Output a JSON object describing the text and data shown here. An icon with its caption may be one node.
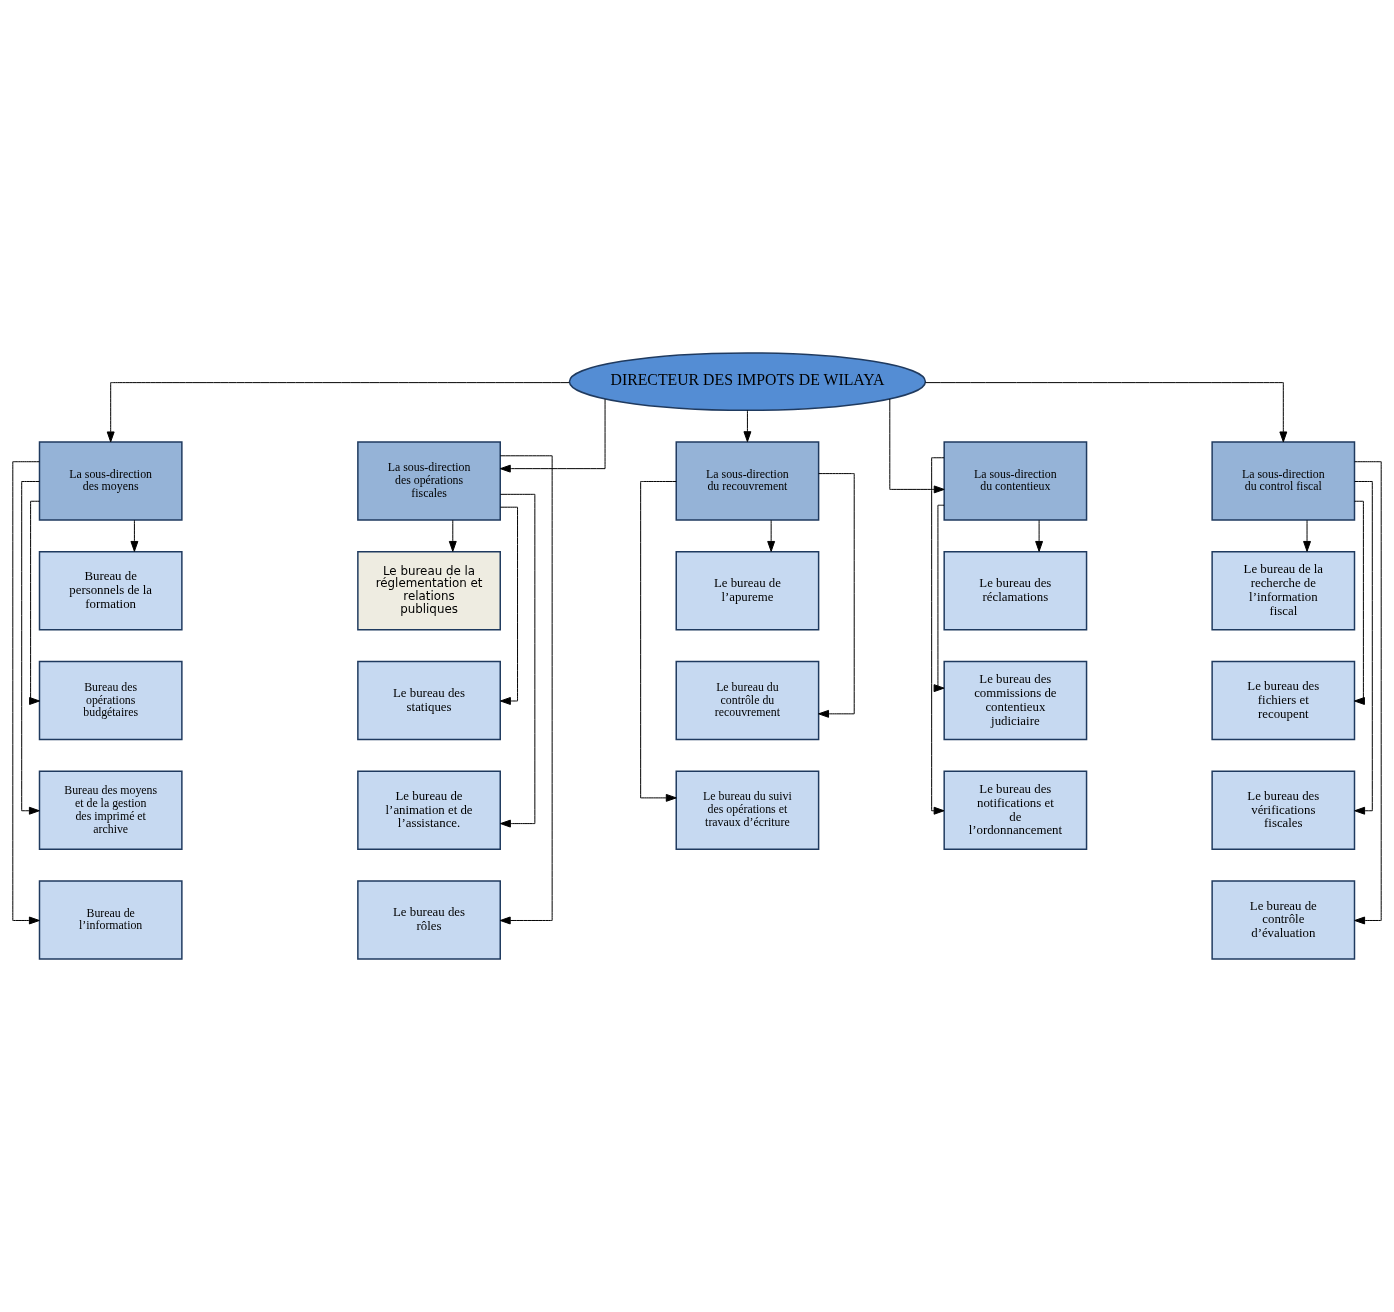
{
  "diagram": {
    "nodes": [
      {
        "text": [
          "DIRECTEUR DES IMPOTS DE WILAYA"
        ]
      },
      {
        "text": [
          "La sous-direction des moyens"
        ]
      },
      {
        "text": [
          "La sous-direction des opérations fiscales"
        ]
      },
      {
        "text": [
          "La sous-direction du recouvrement"
        ]
      },
      {
        "text": [
          "La sous-direction du contentieux"
        ]
      },
      {
        "text": [
          "La sous-direction du control fiscal"
        ]
      },
      {
        "text": [
          "Bureau de personnels de la formation"
        ]
      },
      {
        "text": [
          "Bureau des opérations budgétaires"
        ]
      },
      {
        "text": [
          "Bureau des moyens et de la gestion des imprimé et archive"
        ]
      },
      {
        "text": [
          "Bureau de l’information"
        ]
      },
      {
        "text": [
          "Le bureau de la réglementation et relations publiques"
        ]
      },
      {
        "text": [
          "Le bureau des statiques"
        ]
      },
      {
        "text": [
          "Le bureau de l’animation et de l’assistance."
        ]
      },
      {
        "text": [
          "Le bureau des rôles"
        ]
      },
      {
        "text": [
          "Le bureau de l’apureme"
        ]
      },
      {
        "text": [
          "Le bureau du contrôle du recouvrement"
        ]
      },
      {
        "text": [
          "Le bureau du suivi des opérations et travaux d’écriture"
        ]
      },
      {
        "text": [
          "Le bureau des réclamations"
        ]
      },
      {
        "text": [
          "Le bureau des commissions de contentieux judiciaire"
        ]
      },
      {
        "text": [
          "Le bureau des notifications et de l’ordonnancement"
        ]
      },
      {
        "text": [
          "Le bureau de la recherche de l’information fiscal"
        ]
      },
      {
        "text": [
          "Le bureau des fichiers et recoupent"
        ]
      },
      {
        "text": [
          "Le bureau des vérifications fiscales"
        ]
      },
      {
        "text": [
          "Le bureau de contrôle d’évaluation"
        ]
      }
    ],
    "edges": [
      {
        "from": 0,
        "to": 1,
        "arrow": "to"
      },
      {
        "from": 0,
        "to": 2,
        "arrow": "to"
      },
      {
        "from": 0,
        "to": 3,
        "arrow": "to"
      },
      {
        "from": 0,
        "to": 4,
        "arrow": "to"
      },
      {
        "from": 0,
        "to": 5,
        "arrow": "to"
      },
      {
        "from": 1,
        "to": 6,
        "arrow": "to"
      },
      {
        "from": 1,
        "to": 7,
        "arrow": "to"
      },
      {
        "from": 1,
        "to": 8,
        "arrow": "to"
      },
      {
        "from": 1,
        "to": 9,
        "arrow": "to"
      },
      {
        "from": 2,
        "to": 10,
        "arrow": "to"
      },
      {
        "from": 2,
        "to": 11,
        "arrow": "to"
      },
      {
        "from": 2,
        "to": 12,
        "arrow": "to"
      },
      {
        "from": 2,
        "to": 13,
        "arrow": "to"
      },
      {
        "from": 3,
        "to": 14,
        "arrow": "to"
      },
      {
        "from": 3,
        "to": 15,
        "arrow": "to"
      },
      {
        "from": 3,
        "to": 16,
        "arrow": "to"
      },
      {
        "from": 4,
        "to": 17,
        "arrow": "to"
      },
      {
        "from": 4,
        "to": 18,
        "arrow": "to"
      },
      {
        "from": 4,
        "to": 19,
        "arrow": "to"
      },
      {
        "from": 5,
        "to": 20,
        "arrow": "to"
      },
      {
        "from": 5,
        "to": 21,
        "arrow": "to"
      },
      {
        "from": 5,
        "to": 22,
        "arrow": "to"
      },
      {
        "from": 5,
        "to": 23,
        "arrow": "to"
      }
    ]
  }
}
